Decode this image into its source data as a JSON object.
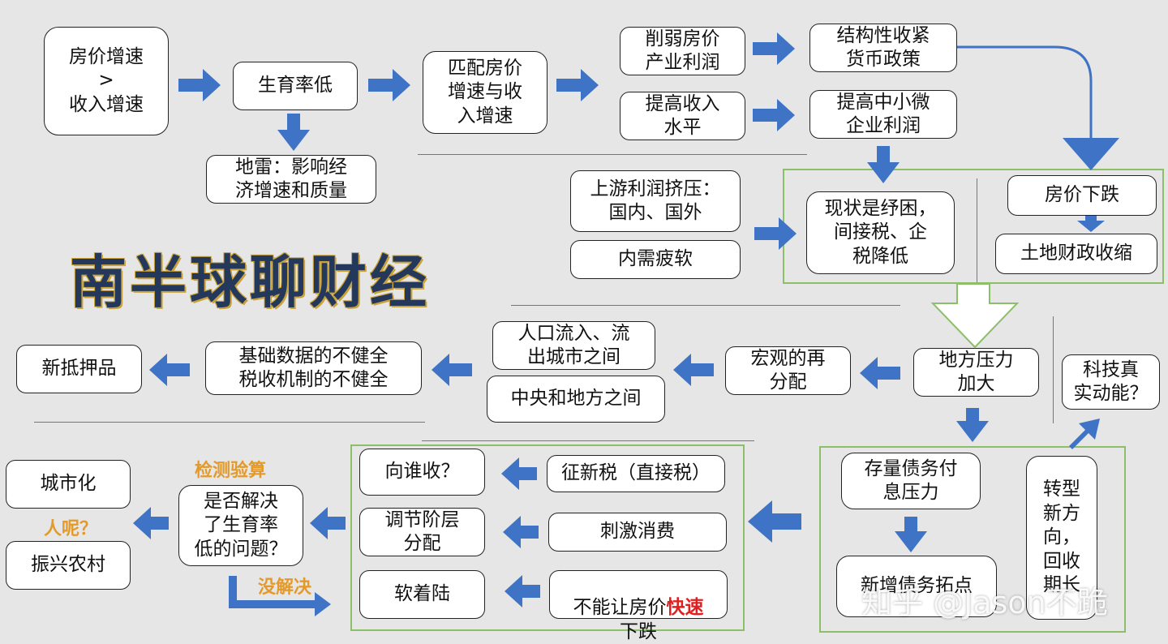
{
  "title": "南半球聊财经",
  "watermark": "知乎 @Jason不跪",
  "nodes": {
    "house_vs_income": "房价增速\n>\n收入增速",
    "low_birth": "生育率低",
    "landmine": "地雷：影响经\n济增速和质量",
    "match_growth": "匹配房价\n增速与收\n入增速",
    "weaken_profit": "削弱房价\n产业利润",
    "structural_tight": "结构性收紧\n货币政策",
    "raise_income": "提高收入\n水平",
    "raise_sme": "提高中小微\n企业利润",
    "upstream": "上游利润挤压：\n国内、国外",
    "weak_demand": "内需疲软",
    "status": "现状是纾困，\n间接税、企\n税降低",
    "house_fall": "房价下跌",
    "land_finance": "土地财政收缩",
    "local_pressure": "地方压力\n加大",
    "macro_redistribute": "宏观的再\n分配",
    "population_flow": "人口流入、流\n出城市之间",
    "central_local": "中央和地方之间",
    "basic_data": "基础数据的不健全\n税收机制的不健全",
    "new_collateral": "新抵押品",
    "tech_momentum": "科技真\n实动能？",
    "debt_interest": "存量债务付\n息压力",
    "new_debt_limit": "新增债务拓点",
    "transform": "转型\n新方\n向，\n回收\n期长",
    "who_pays": "向谁收？",
    "new_tax": "征新税（直接税）",
    "adjust_class": "调节阶层\n分配",
    "stimulate": "刺激消费",
    "soft_landing": "软着陆",
    "no_fast_fall_pre": "不能让房价",
    "no_fast_fall_red": "快速",
    "no_fast_fall_post": "\n下跌",
    "solve_birth": "是否解决\n了生育率\n低的问题？",
    "urbanization": "城市化",
    "rural": "振兴农村"
  },
  "labels": {
    "check": "检测验算",
    "people": "人呢？",
    "unsolved": "没解决"
  },
  "colors": {
    "arrow": "#3f73c6",
    "group_border": "#8dbf6a",
    "orange": "#e39a2a",
    "red": "#e02020",
    "title": "#24385c"
  }
}
